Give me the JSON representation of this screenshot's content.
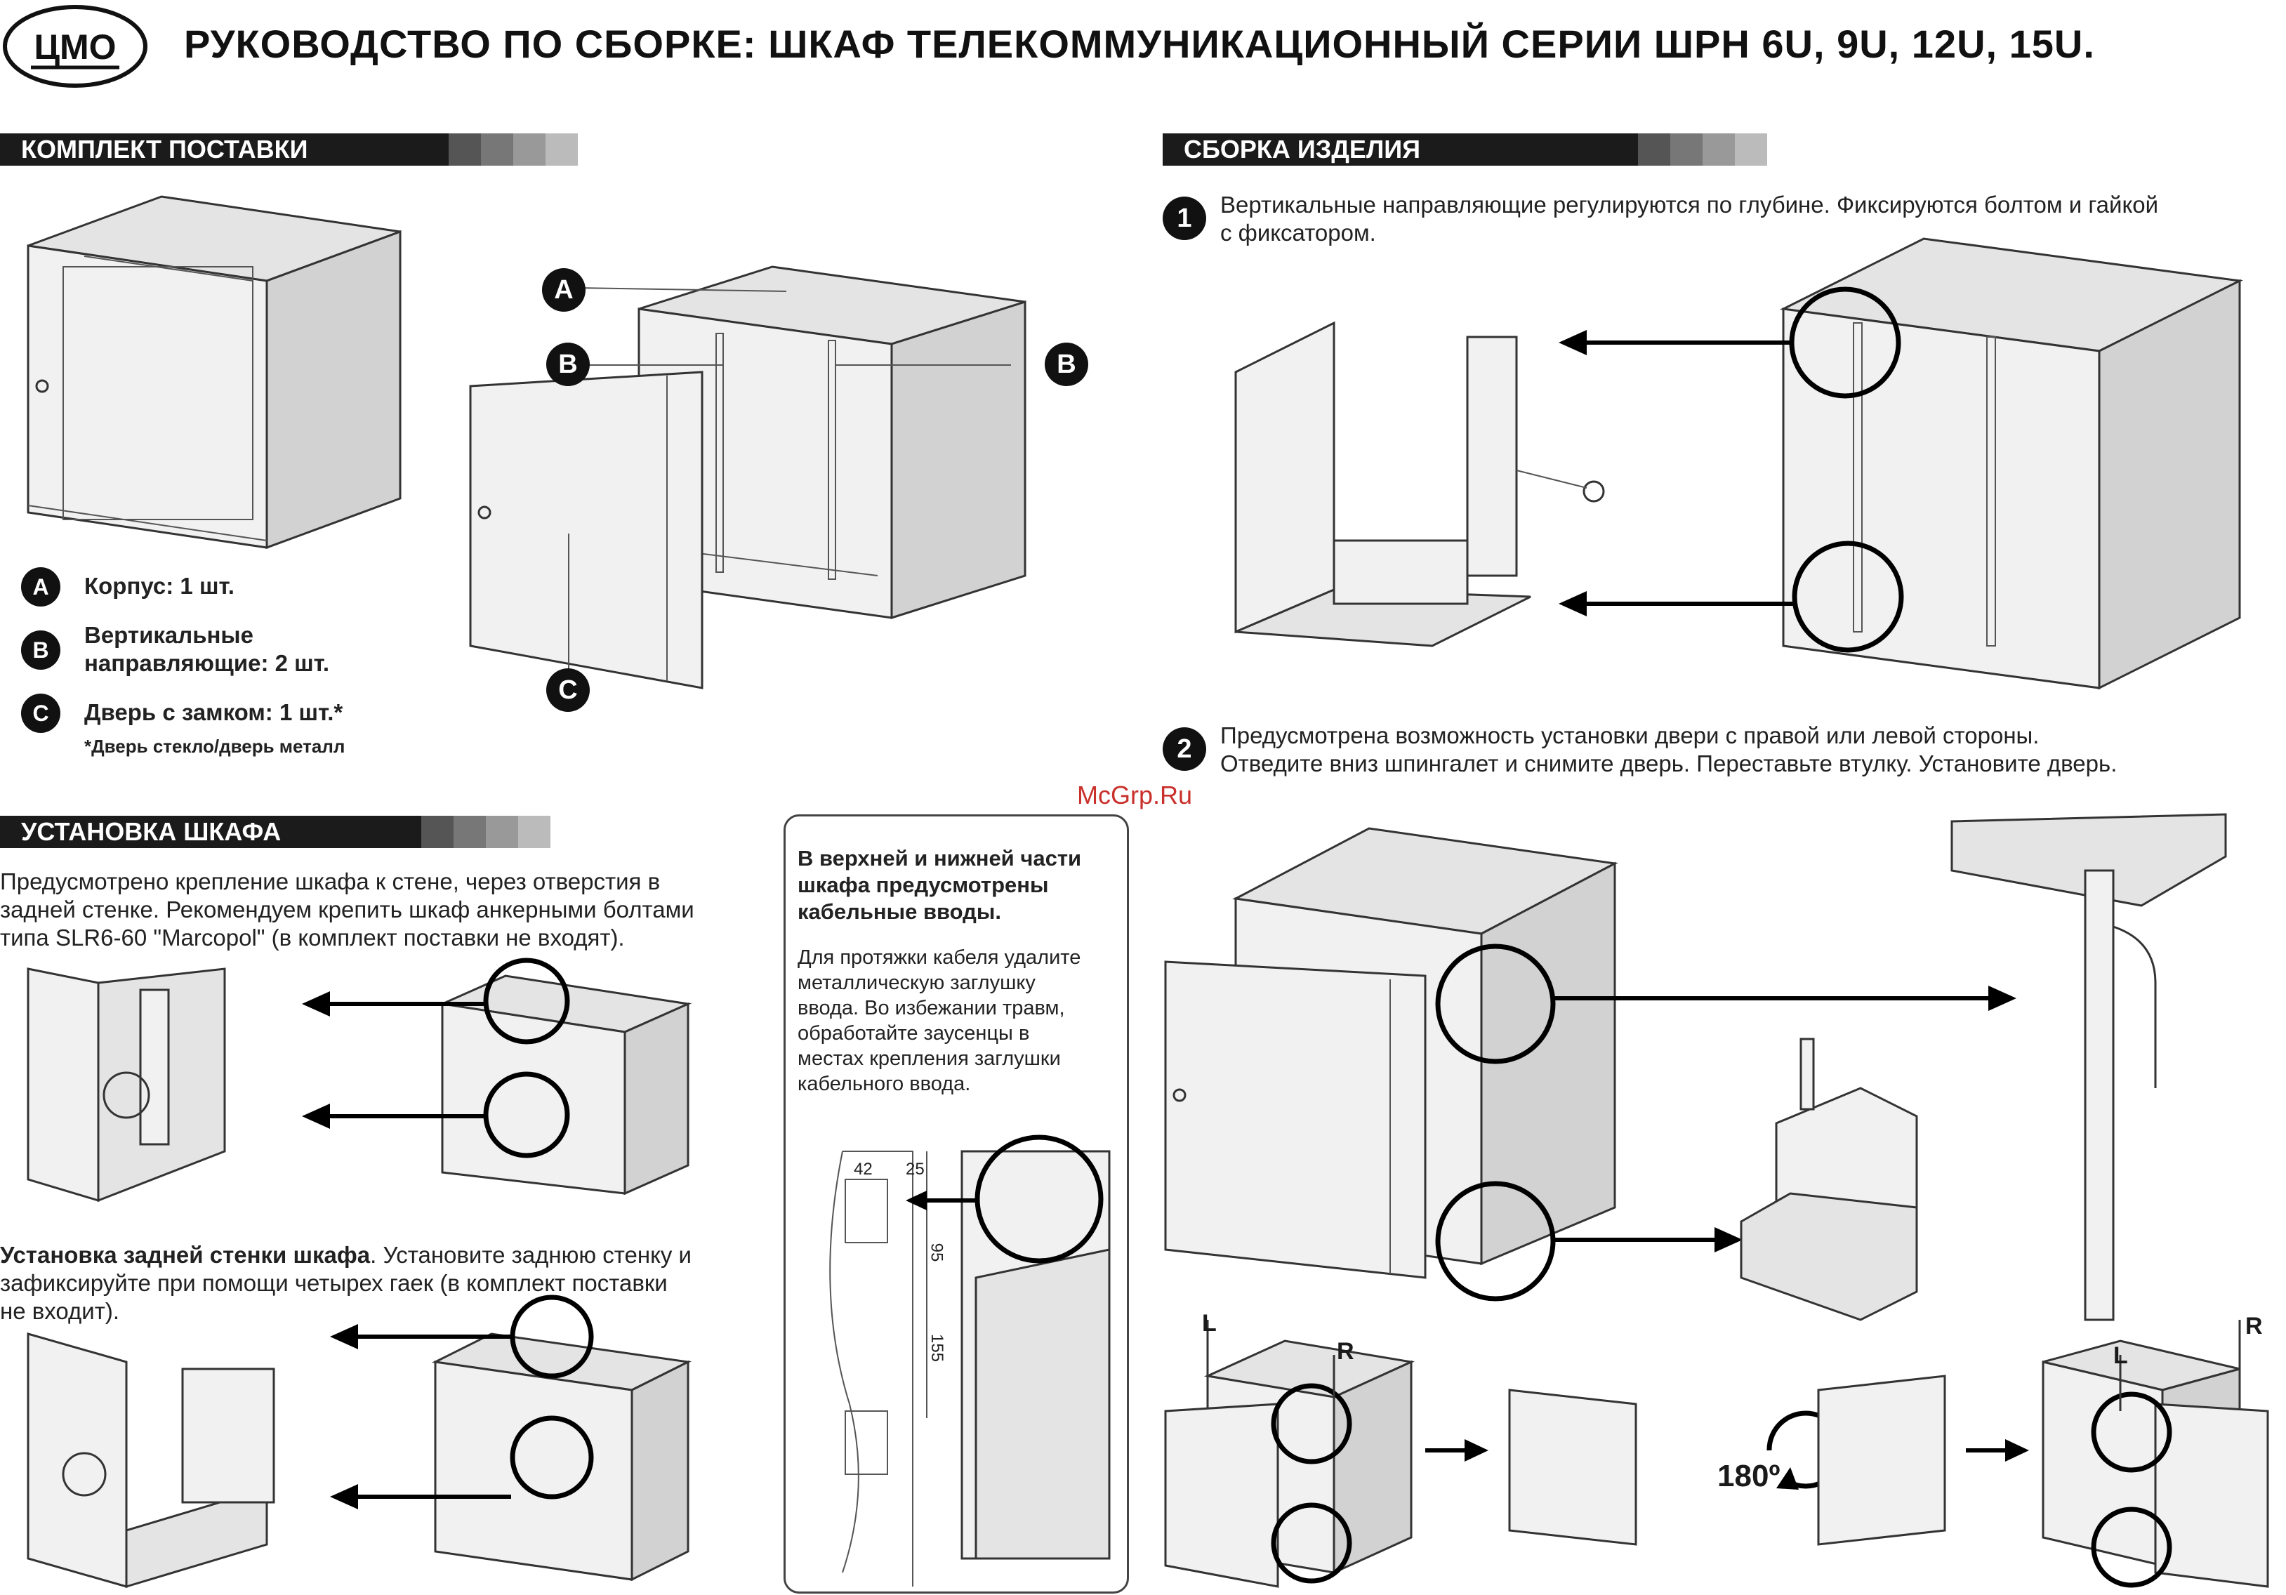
{
  "header": {
    "logo_text": "ЦМО",
    "title": "РУКОВОДСТВО ПО СБОРКЕ: ШКАФ ТЕЛЕКОММУНИКАЦИОННЫЙ СЕРИИ ШРН 6U, 9U, 12U, 15U."
  },
  "sections": {
    "kit": "КОМПЛЕКТ ПОСТАВКИ",
    "assembly": "СБОРКА ИЗДЕЛИЯ",
    "install": "УСТАНОВКА ШКАФА"
  },
  "bar_colors": [
    "#555555",
    "#777777",
    "#999999",
    "#bbbbbb",
    "#d8d8d8"
  ],
  "kit": {
    "labels": [
      "A",
      "B",
      "B",
      "C"
    ],
    "legend": [
      {
        "badge": "A",
        "text": "Корпус: 1 шт."
      },
      {
        "badge": "B",
        "text_line1": "Вертикальные",
        "text_line2": "направляющие: 2 шт."
      },
      {
        "badge": "C",
        "text": "Дверь с замком: 1 шт.*"
      }
    ],
    "note": "*Дверь стекло/дверь металл"
  },
  "assembly": {
    "step1": {
      "number": "1",
      "line1": "Вертикальные направляющие регулируются по глубине. Фиксируются болтом и гайкой",
      "line2": "с фиксатором."
    },
    "step2": {
      "number": "2",
      "line1": "Предусмотрена возможность установки двери с правой или левой стороны.",
      "line2": "Отведите вниз шпингалет и снимите дверь. Переставьте втулку. Установите дверь."
    },
    "door_labels": {
      "left_l": "L",
      "left_r": "R",
      "right_l": "L",
      "right_r": "R",
      "rotate": "180º"
    }
  },
  "install": {
    "para1_line1": "Предусмотрено крепление шкафа к стене, через отверстия в",
    "para1_line2": "задней стенке. Рекомендуем крепить шкаф анкерными болтами",
    "para1_line3": "типа SLR6-60 \"Marcopol\" (в комплект поставки не входят).",
    "para2_bold": "Установка задней стенки шкафа",
    "para2_rest": ". Установите заднюю стенку и",
    "para2_line2": "зафиксируйте при помощи четырех гаек (в комплект поставки",
    "para2_line3": "не входит)."
  },
  "cable_box": {
    "title_line1": "В верхней и нижней части",
    "title_line2": "шкафа предусмотрены",
    "title_line3": "кабельные вводы.",
    "body_line1": "Для протяжки кабеля удалите",
    "body_line2": "металлическую заглушку",
    "body_line3": "ввода. Во избежании травм,",
    "body_line4": "обработайте заусенцы в",
    "body_line5": "местах крепления заглушки",
    "body_line6": "кабельного ввода.",
    "dims": [
      "42",
      "25",
      "95",
      "155"
    ]
  },
  "watermark": "McGrp.Ru"
}
